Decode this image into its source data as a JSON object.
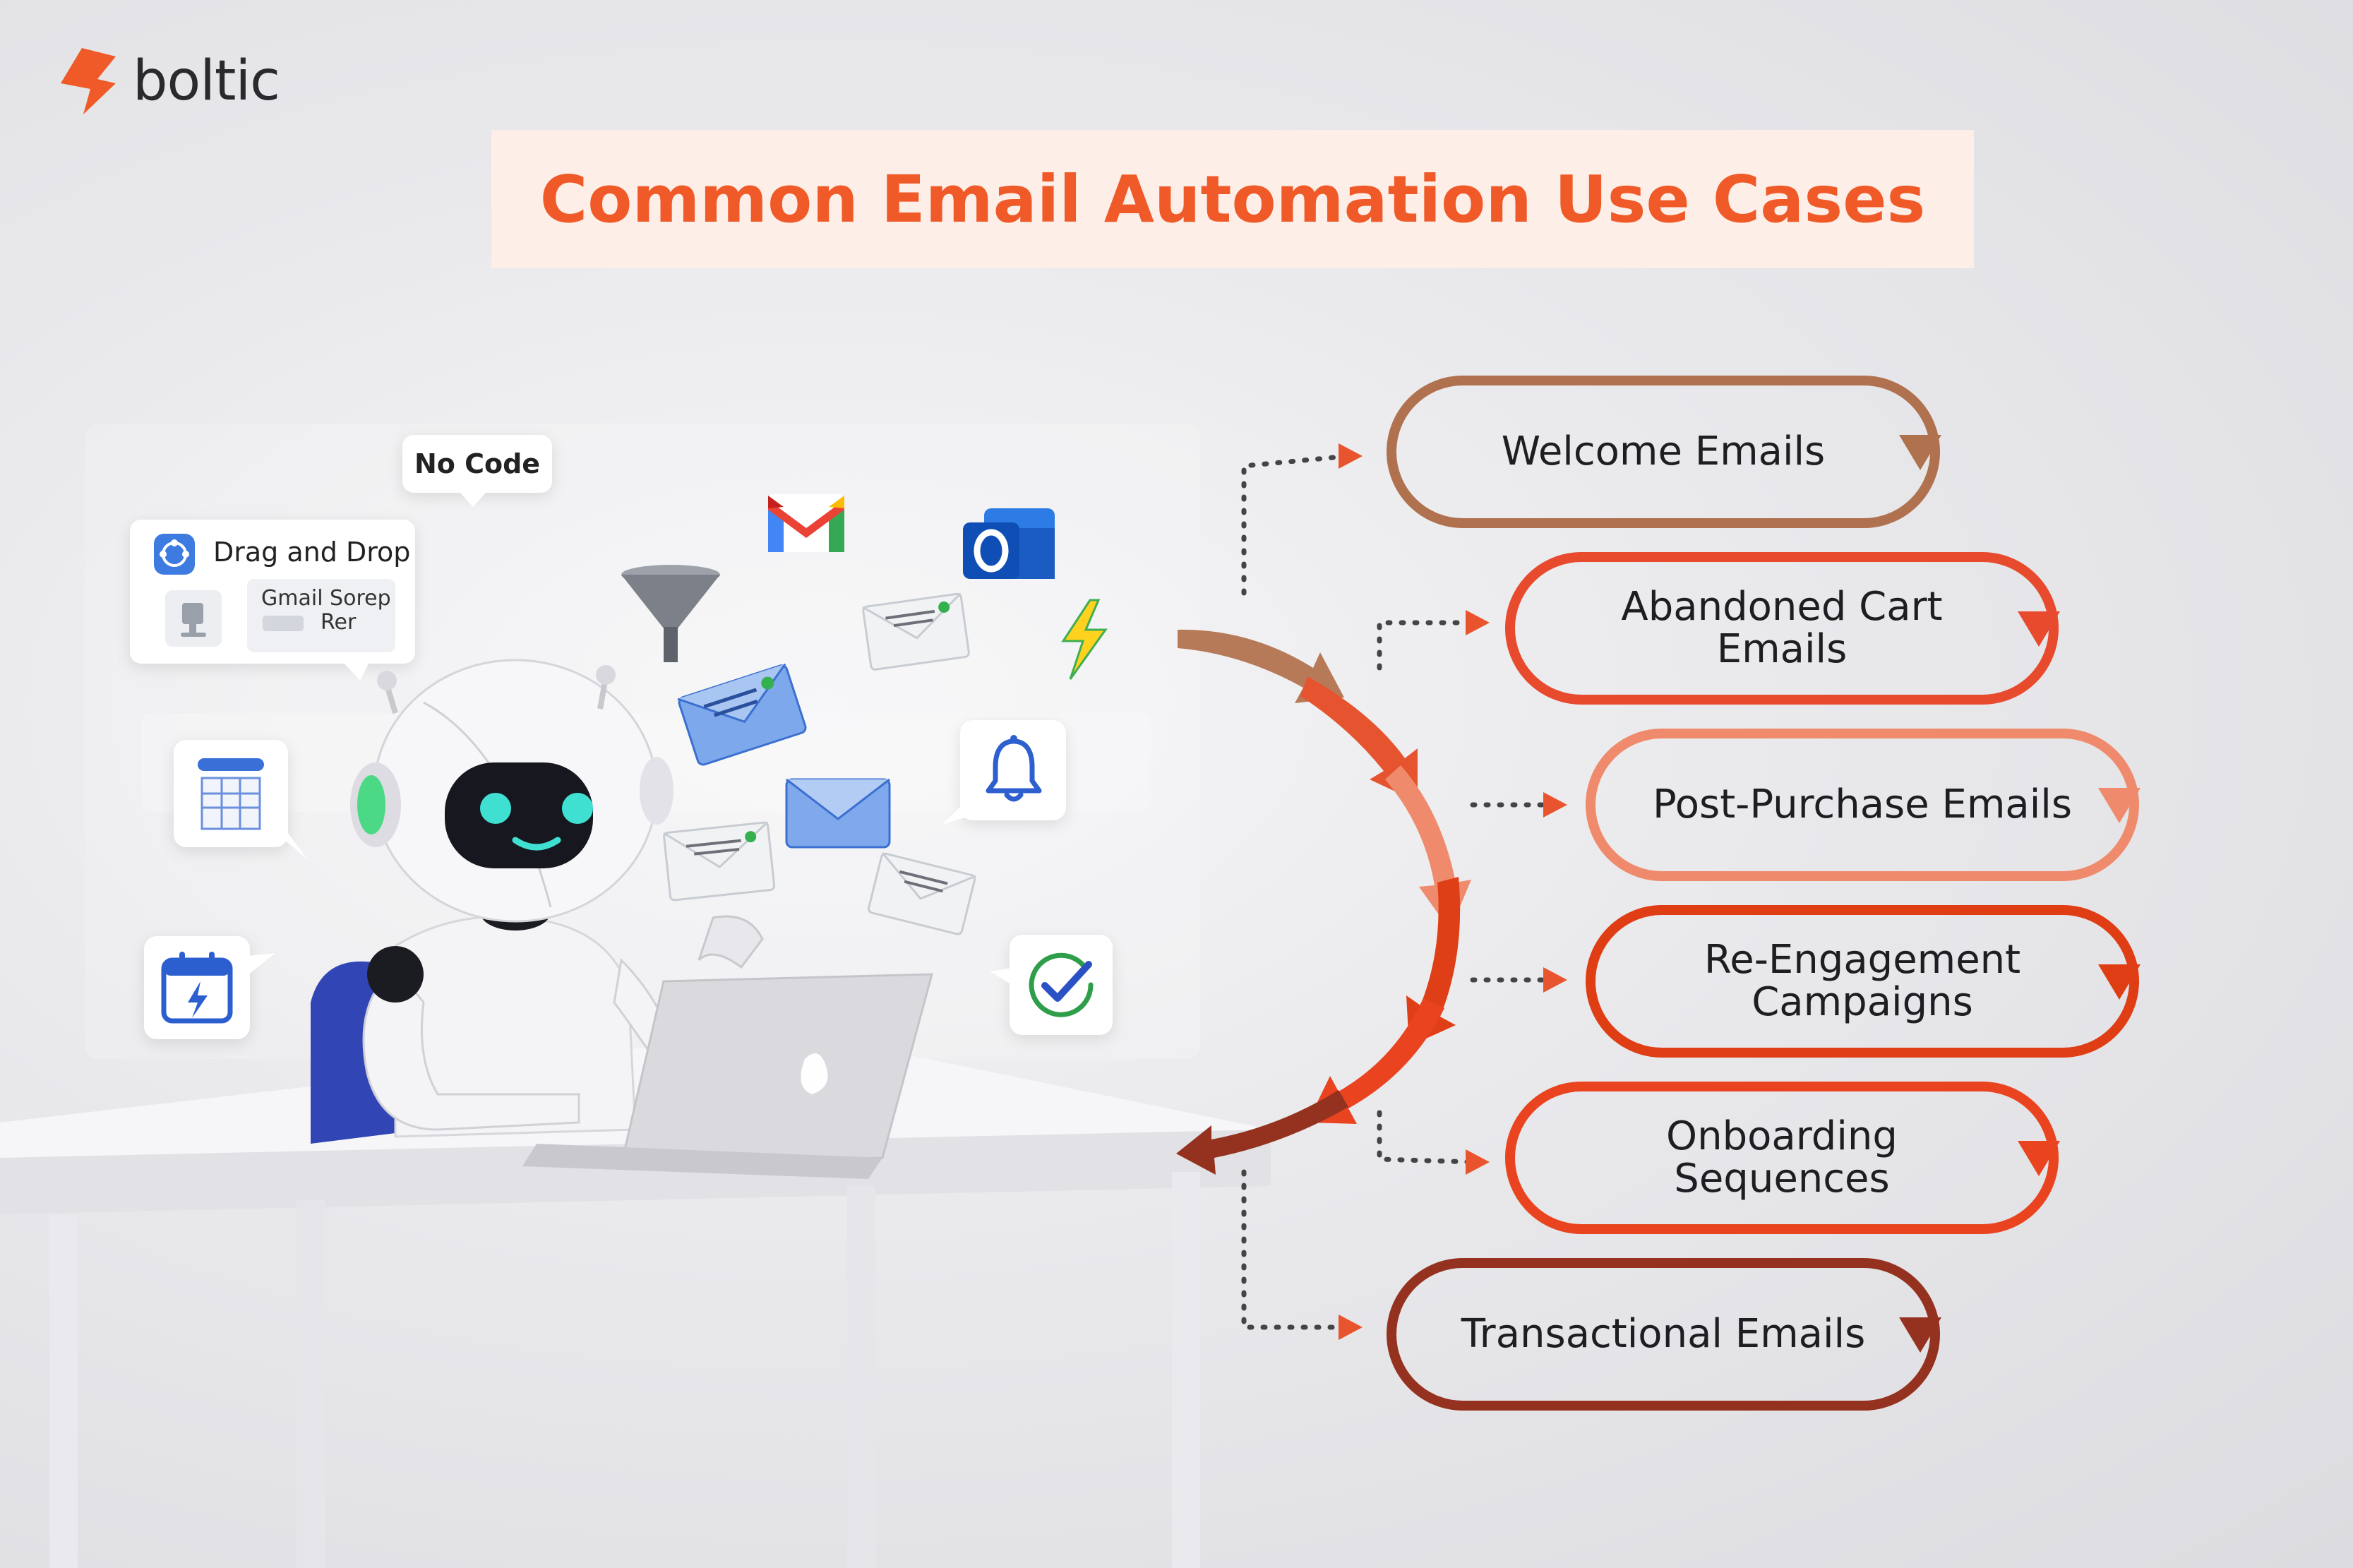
{
  "brand": {
    "name": "boltic",
    "accent": "#f05a28"
  },
  "title": "Common Email Automation Use Cases",
  "badges": {
    "no_code": "No Code",
    "drag_drop": "Drag and Drop",
    "drag_sub_line1": "Gmail Sorep",
    "drag_sub_line2": "Rer"
  },
  "icons": [
    "gmail-icon",
    "outlook-icon",
    "funnel-icon",
    "lightning-icon",
    "bell-icon",
    "checkmark-icon",
    "calendar-icon",
    "spreadsheet-icon",
    "envelope-icon",
    "robot-icon",
    "laptop-icon"
  ],
  "use_cases": [
    {
      "label": "Welcome Emails",
      "color": "#b0714f"
    },
    {
      "label": "Abandoned Cart Emails",
      "color": "#e84a2e"
    },
    {
      "label": "Post-Purchase Emails",
      "color": "#ef8a6c"
    },
    {
      "label": "Re-Engagement Campaigns",
      "color": "#df3e15"
    },
    {
      "label": "Onboarding Sequences",
      "color": "#e9441f"
    },
    {
      "label": "Transactional Emails",
      "color": "#94321f"
    }
  ]
}
